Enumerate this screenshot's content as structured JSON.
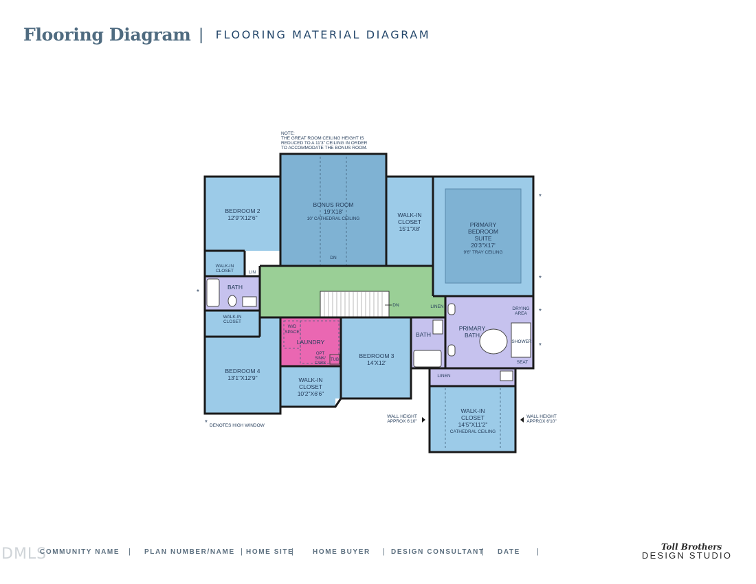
{
  "header": {
    "title": "Flooring Diagram",
    "separator": "|",
    "subtitle": "FLOORING MATERIAL DIAGRAM"
  },
  "note": [
    "NOTE:",
    "THE GREAT ROOM CEILING HEIGHT IS",
    "REDUCED TO A 11'3\" CEILING IN ORDER",
    "TO ACCOMMODATE THE BONUS ROOM."
  ],
  "rooms": {
    "bedroom2": [
      "BEDROOM 2",
      "12'9\"X12'6\""
    ],
    "bonus": [
      "BONUS ROOM",
      "19'X18'",
      "10' CATHEDRAL CEILING"
    ],
    "walkin_top": [
      "WALK-IN",
      "CLOSET",
      "15'1\"X8'"
    ],
    "primary_suite": [
      "PRIMARY",
      "BEDROOM",
      "SUITE",
      "20'3\"X17'",
      "9'6\" TRAY CEILING"
    ],
    "walkin_small": [
      "WALK-IN",
      "CLOSET"
    ],
    "bath_left": "BATH",
    "lin": "LIN",
    "walkin_left2": [
      "WALK-IN",
      "CLOSET"
    ],
    "bedroom4": [
      "BEDROOM 4",
      "13'1\"X12'9\""
    ],
    "wd_space": [
      "W/D",
      "SPACE"
    ],
    "laundry": "LAUNDRY",
    "opt_sink": [
      "OPT",
      "SINK/",
      "CABS"
    ],
    "tub": "TUB",
    "walkin_mid": [
      "WALK-IN",
      "CLOSET",
      "10'2\"X6'6\""
    ],
    "bedroom3": [
      "BEDROOM 3",
      "14'X12'"
    ],
    "bath_mid": "BATH",
    "linen_hall": "LINEN",
    "primary_bath": [
      "PRIMARY",
      "BATH"
    ],
    "drying": [
      "DRYING",
      "AREA"
    ],
    "shower": "SHOWER",
    "seat": "SEAT",
    "linen_bath": "LINEN",
    "walkin_primary": [
      "WALK-IN",
      "CLOSET",
      "14'5\"X11'2\"",
      "CATHEDRAL CEILING"
    ]
  },
  "labels": {
    "dn_bonus": "DN",
    "dn_stair": "DN",
    "wall_left": [
      "WALL HEIGHT",
      "APPROX 6'10\""
    ],
    "wall_right": [
      "WALL HEIGHT",
      "APPROX 6'10\""
    ],
    "asterisk": "*",
    "legend": "DENOTES HIGH WINDOW"
  },
  "footer": {
    "watermark": "DMLS",
    "items": [
      "COMMUNITY NAME",
      "PLAN NUMBER/NAME",
      "HOME SITE",
      "HOME BUYER",
      "DESIGN CONSULTANT",
      "DATE"
    ],
    "separator": "|",
    "brand_top": "Toll Brothers",
    "brand_bottom": "DESIGN STUDIO"
  },
  "colors": {
    "light_blue": "#9ccbe8",
    "mid_blue": "#7fb2d3",
    "lavender": "#c6c2ee",
    "green": "#9acf96",
    "pink": "#ea67b2",
    "wall": "#1a1a1a"
  }
}
